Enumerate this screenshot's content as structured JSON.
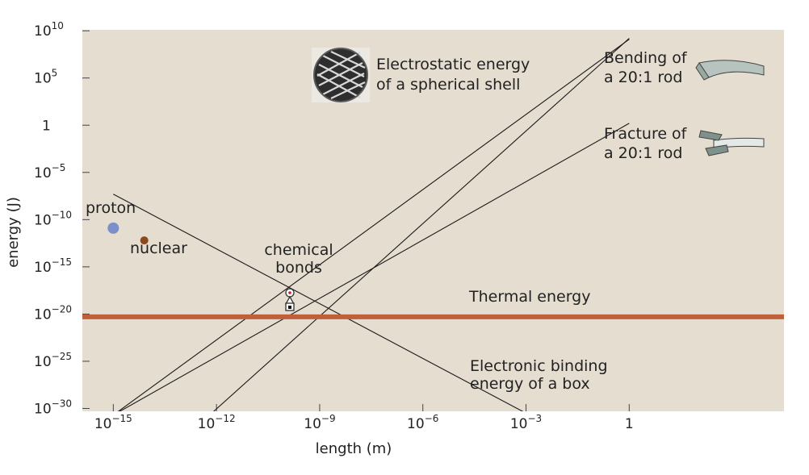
{
  "chart_data": {
    "type": "line",
    "xlabel": "length (m)",
    "ylabel": "energy (J)",
    "x_scale": "log",
    "y_scale": "log",
    "xlim_exp": [
      -15.9,
      4.5
    ],
    "ylim_exp": [
      -30.3,
      10.1
    ],
    "x_ticks": [
      {
        "exp": -15,
        "base": "10",
        "sup": "−15"
      },
      {
        "exp": -12,
        "base": "10",
        "sup": "−12"
      },
      {
        "exp": -9,
        "base": "10",
        "sup": "−9"
      },
      {
        "exp": -6,
        "base": "10",
        "sup": "−6"
      },
      {
        "exp": -3,
        "base": "10",
        "sup": "−3"
      },
      {
        "exp": 0,
        "base": "1",
        "sup": ""
      }
    ],
    "y_ticks": [
      {
        "exp": 10,
        "base": "10",
        "sup": "10"
      },
      {
        "exp": 5,
        "base": "10",
        "sup": "5"
      },
      {
        "exp": 0,
        "base": "1",
        "sup": ""
      },
      {
        "exp": -5,
        "base": "10",
        "sup": "−5"
      },
      {
        "exp": -10,
        "base": "10",
        "sup": "−10"
      },
      {
        "exp": -15,
        "base": "10",
        "sup": "−15"
      },
      {
        "exp": -20,
        "base": "10",
        "sup": "−20"
      },
      {
        "exp": -25,
        "base": "10",
        "sup": "−25"
      },
      {
        "exp": -30,
        "base": "10",
        "sup": "−30"
      }
    ],
    "series": [
      {
        "key": "bending",
        "points": [
          [
            -12.2,
            -30.7
          ],
          [
            0,
            9.2
          ]
        ]
      },
      {
        "key": "electrostatic",
        "points": [
          [
            -15,
            -30.7
          ],
          [
            0,
            9.1
          ]
        ]
      },
      {
        "key": "fracture",
        "points": [
          [
            -15,
            -30.7
          ],
          [
            0,
            0.2
          ]
        ]
      },
      {
        "key": "electronic",
        "points": [
          [
            -15,
            -7.3
          ],
          [
            -3,
            -30.5
          ]
        ]
      },
      {
        "key": "thermal",
        "points": [
          [
            -15.9,
            -20.3
          ],
          [
            4.5,
            -20.3
          ]
        ]
      }
    ],
    "points": [
      {
        "key": "proton",
        "x": -15,
        "y": -10.9
      },
      {
        "key": "nuclear",
        "x": -14.1,
        "y": -12.2
      }
    ],
    "annotations": {
      "electrostatic_line1": "Electrostatic energy",
      "electrostatic_line2": "of a spherical shell",
      "bending_line1": "Bending of",
      "bending_line2": "a 20:1 rod",
      "fracture_line1": "Fracture of",
      "fracture_line2": "a 20:1 rod",
      "proton": "proton",
      "nuclear": "nuclear",
      "chemical_line1": "chemical",
      "chemical_line2": "bonds",
      "thermal": "Thermal energy",
      "electronic_line1": "Electronic binding",
      "electronic_line2": "energy of a box"
    },
    "colors": {
      "plot_bg": "#e4ddd0",
      "line": "#1a1a1a",
      "thermal": "#c0603a",
      "proton": "#7b8fc9",
      "nuclear": "#8a4a1e"
    }
  }
}
